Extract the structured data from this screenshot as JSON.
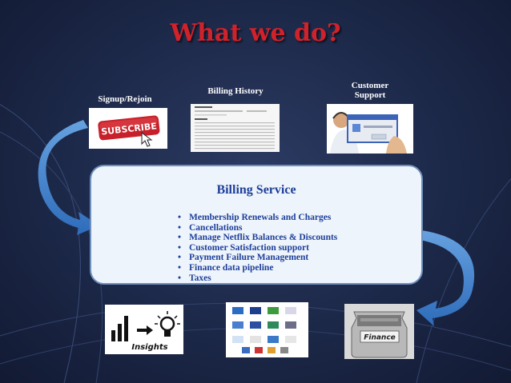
{
  "title": "What we do?",
  "top_items": [
    {
      "label": "Signup/Rejoin",
      "image_text": "SUBSCRIBE"
    },
    {
      "label": "Billing History"
    },
    {
      "label": "Customer Support"
    }
  ],
  "service": {
    "title": "Billing Service",
    "items": [
      "Membership Renewals and Charges",
      "Cancellations",
      "Manage Netflix Balances & Discounts",
      "Customer Satisfaction support",
      "Payment Failure Management",
      "Finance data pipeline",
      "Taxes"
    ]
  },
  "bottom_items": [
    {
      "image_text": "Insights"
    },
    {
      "image_text": ""
    },
    {
      "image_text": "Finance"
    }
  ],
  "colors": {
    "title": "#d0222a",
    "service_text": "#1e3f9a",
    "arrow": "#4a8fd6"
  }
}
